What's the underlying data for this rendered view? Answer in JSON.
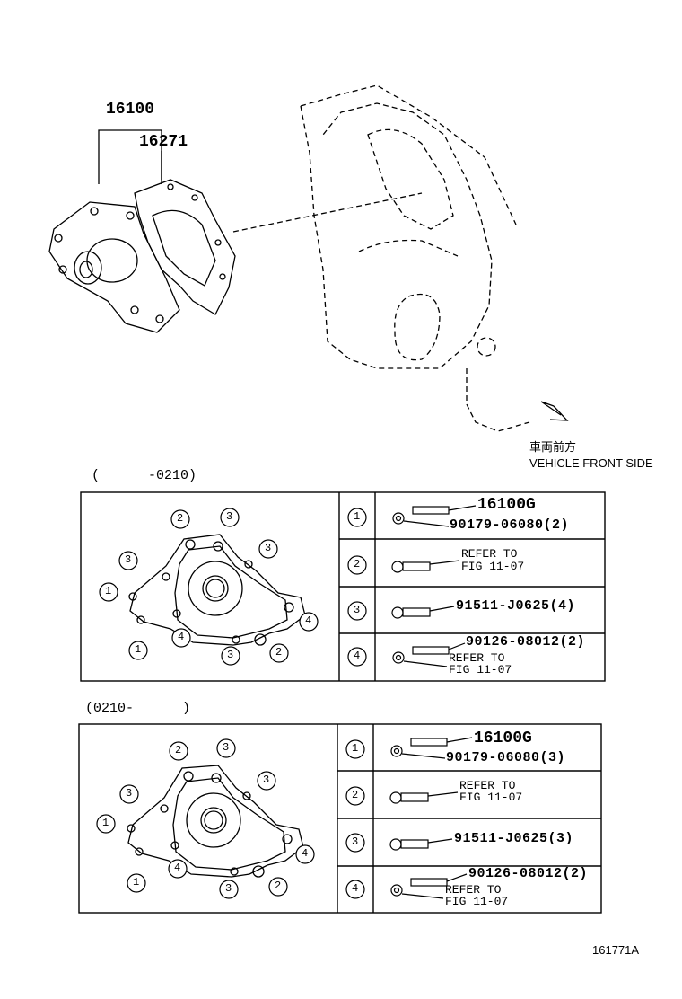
{
  "top": {
    "label_assembly": "16100",
    "label_gasket": "16271",
    "front_side_jp": "車両前方",
    "front_side_en": "VEHICLE FRONT SIDE"
  },
  "table1": {
    "range": "(      -0210)",
    "rows": [
      {
        "num": "1",
        "line1": "16100G",
        "line2": "90179-06080(2)"
      },
      {
        "num": "2",
        "line1": "REFER TO",
        "line2": "FIG 11-07"
      },
      {
        "num": "3",
        "line1": "91511-J0625(4)",
        "line2": ""
      },
      {
        "num": "4",
        "line1": "90126-08012(2)",
        "line2": "REFER TO",
        "line3": "FIG 11-07"
      }
    ]
  },
  "table2": {
    "range": "(0210-      )",
    "rows": [
      {
        "num": "1",
        "line1": "16100G",
        "line2": "90179-06080(3)"
      },
      {
        "num": "2",
        "line1": "REFER TO",
        "line2": "FIG 11-07"
      },
      {
        "num": "3",
        "line1": "91511-J0625(3)",
        "line2": ""
      },
      {
        "num": "4",
        "line1": "90126-08012(2)",
        "line2": "REFER TO",
        "line3": "FIG 11-07"
      }
    ]
  },
  "gasket_callouts": [
    "2",
    "3",
    "3",
    "3",
    "1",
    "1",
    "4",
    "4",
    "3",
    "2"
  ],
  "figure_id": "161771A"
}
